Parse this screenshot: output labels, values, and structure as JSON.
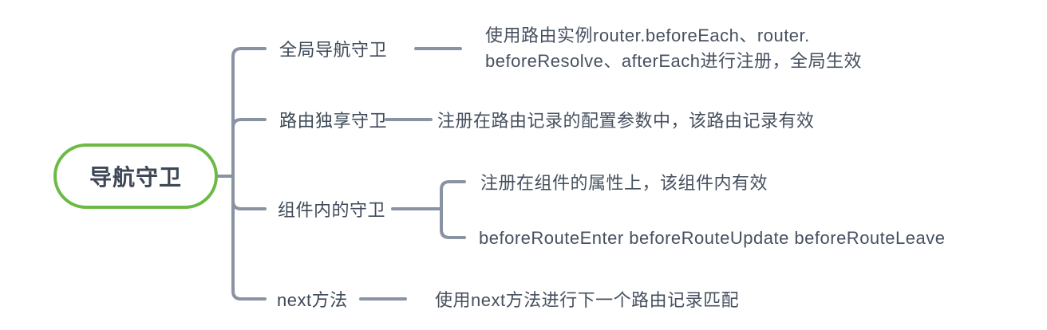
{
  "root": {
    "label": "导航守卫"
  },
  "branches": [
    {
      "label": "全局导航守卫",
      "detail_lines": [
        "使用路由实例router.beforeEach、router.",
        "beforeResolve、afterEach进行注册，全局生效"
      ]
    },
    {
      "label": "路由独享守卫",
      "detail": "注册在路由记录的配置参数中，该路由记录有效"
    },
    {
      "label": "组件内的守卫",
      "children": [
        {
          "detail": "注册在组件的属性上，该组件内有效"
        },
        {
          "detail": "beforeRouteEnter beforeRouteUpdate beforeRouteLeave"
        }
      ]
    },
    {
      "label": "next方法",
      "detail": "使用next方法进行下一个路由记录匹配"
    }
  ],
  "colors": {
    "root_border_green": "#6cba43",
    "connector_gray": "#8a93a2",
    "text_dark": "#3d4755",
    "text_body": "#46505f",
    "background": "#ffffff"
  }
}
